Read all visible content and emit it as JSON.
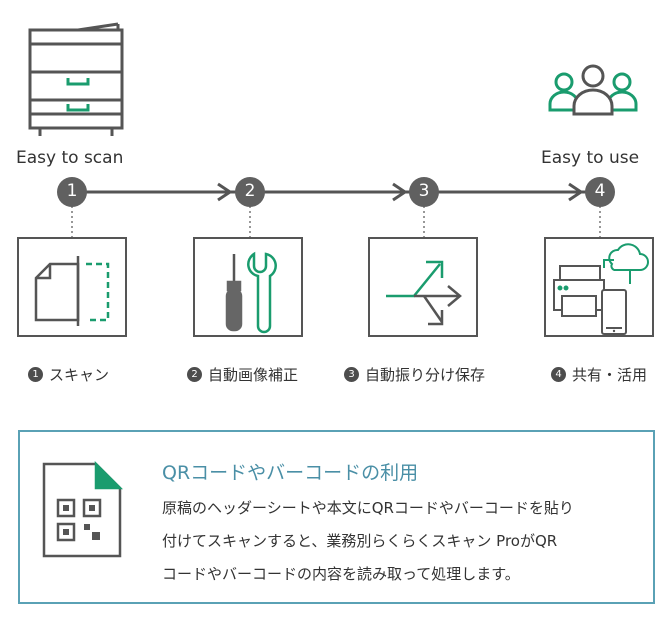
{
  "colors": {
    "accent": "#1a9c6e",
    "gray": "#606060",
    "panel_border": "#5aa1b5",
    "panel_title": "#4a8fa6"
  },
  "captions": {
    "left": "Easy to scan",
    "right": "Easy to use"
  },
  "steps": [
    {
      "num": "1",
      "label": "スキャン",
      "icon": "document-scan-icon"
    },
    {
      "num": "2",
      "label": "自動画像補正",
      "icon": "tools-icon"
    },
    {
      "num": "3",
      "label": "自動振り分け保存",
      "icon": "split-arrow-icon"
    },
    {
      "num": "4",
      "label": "共有・活用",
      "icon": "devices-cloud-icon"
    }
  ],
  "icons": {
    "top_left": "copier-icon",
    "top_right": "users-icon",
    "panel": "qr-document-icon"
  },
  "panel": {
    "title": "QRコードやバーコードの利用",
    "lines": [
      "原稿のヘッダーシートや本文にQRコードやバーコードを貼り",
      "付けてスキャンすると、業務別らくらくスキャン ProがQR",
      "コードやバーコードの内容を読み取って処理します。"
    ]
  }
}
